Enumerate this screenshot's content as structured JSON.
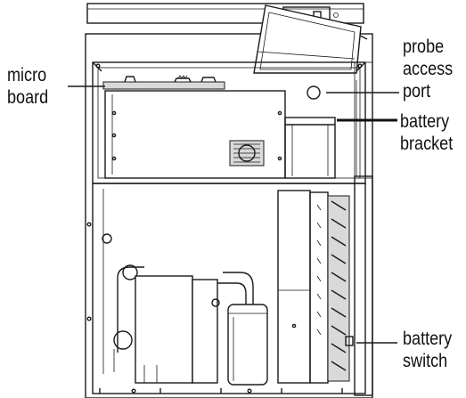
{
  "figure": {
    "labels": {
      "micro_board": [
        "micro",
        "board"
      ],
      "probe_access_port": [
        "probe",
        "access",
        "port"
      ],
      "battery_bracket": [
        "battery",
        "bracket"
      ],
      "battery_switch": [
        "battery",
        "switch"
      ]
    }
  },
  "colors": {
    "line": "#1a1a1a",
    "background": "#ffffff",
    "fill_gray": "#d9d9d9"
  }
}
